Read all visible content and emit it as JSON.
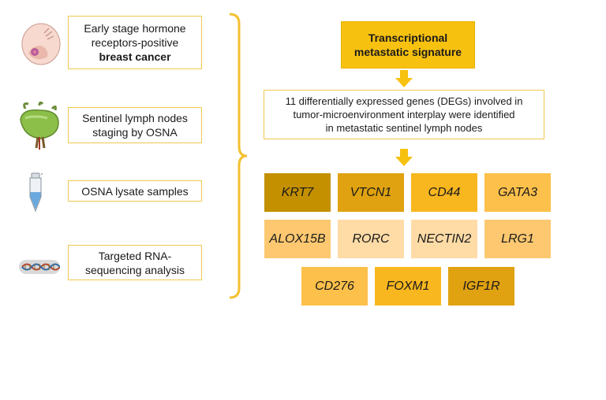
{
  "inputs": [
    {
      "lines": [
        "Early stage hormone",
        "receptors-positive"
      ],
      "bold": "breast cancer"
    },
    {
      "lines": [
        "Sentinel lymph nodes",
        "staging by OSNA"
      ],
      "bold": ""
    },
    {
      "lines": [
        "OSNA lysate samples"
      ],
      "bold": ""
    },
    {
      "lines": [
        "Targeted RNA-",
        "sequencing analysis"
      ],
      "bold": ""
    }
  ],
  "signature": {
    "line1": "Transcriptional",
    "line2": "metastatic signature"
  },
  "description": {
    "line1": "11 differentially expressed genes (DEGs) involved in",
    "line2": "tumor-microenvironment  interplay were identified",
    "line3": "in metastatic sentinel lymph nodes"
  },
  "genes": [
    {
      "name": "KRT7",
      "color": "#c49000"
    },
    {
      "name": "VTCN1",
      "color": "#e0a210"
    },
    {
      "name": "CD44",
      "color": "#f9b71f"
    },
    {
      "name": "GATA3",
      "color": "#fdc04a"
    },
    {
      "name": "ALOX15B",
      "color": "#fdc870"
    },
    {
      "name": "RORC",
      "color": "#ffdba6"
    },
    {
      "name": "NECTIN2",
      "color": "#ffdba6"
    },
    {
      "name": "LRG1",
      "color": "#fdc870"
    },
    {
      "name": "CD276",
      "color": "#fdc04a"
    },
    {
      "name": "FOXM1",
      "color": "#f9b71f"
    },
    {
      "name": "IGF1R",
      "color": "#e0a210"
    }
  ],
  "colors": {
    "accent": "#f7c10f",
    "box_border": "#f0c850",
    "bracket": "#f4c030"
  }
}
